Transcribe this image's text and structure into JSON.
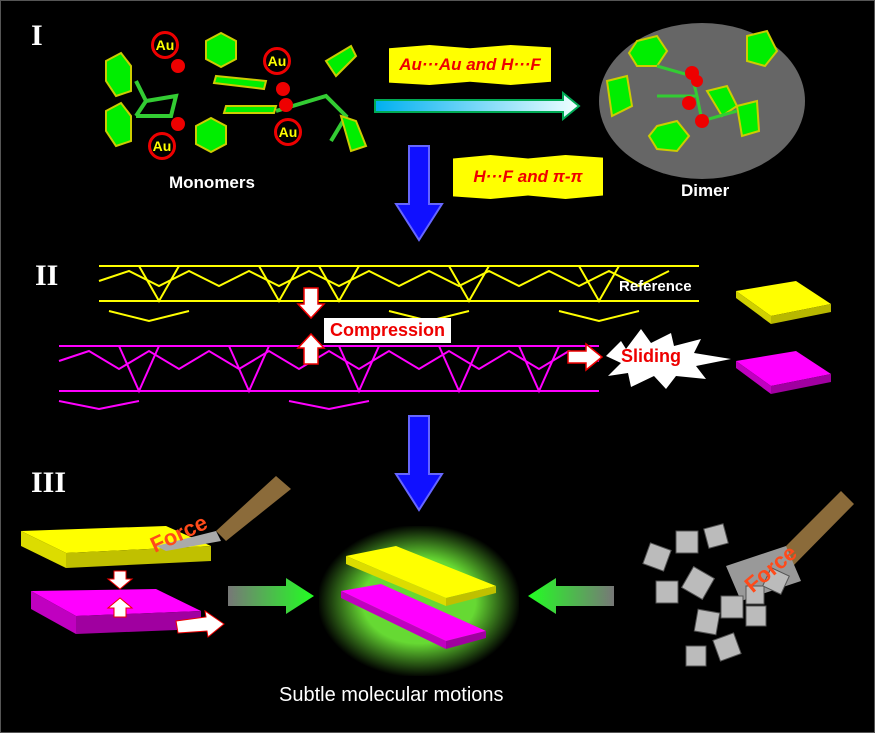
{
  "panels": {
    "p1": {
      "numeral": "I",
      "monomers_label": "Monomers",
      "dimer_label": "Dimer",
      "au_labels": [
        "Au",
        "Au",
        "Au",
        "Au"
      ],
      "interaction_top": "Au···Au and H···F",
      "interaction_bottom": "H···F and π-π"
    },
    "p2": {
      "numeral": "II",
      "reference_label": "Reference",
      "compression_label": "Compression",
      "sliding_label": "Sliding"
    },
    "p3": {
      "numeral": "III",
      "force_left": "Force",
      "force_right": "Force",
      "caption": "Subtle molecular motions"
    }
  },
  "colors": {
    "yellow": "#ffff00",
    "magenta": "#ff00ff",
    "green": "#00ff00",
    "blue": "#1010ff",
    "red": "#ff0000"
  }
}
